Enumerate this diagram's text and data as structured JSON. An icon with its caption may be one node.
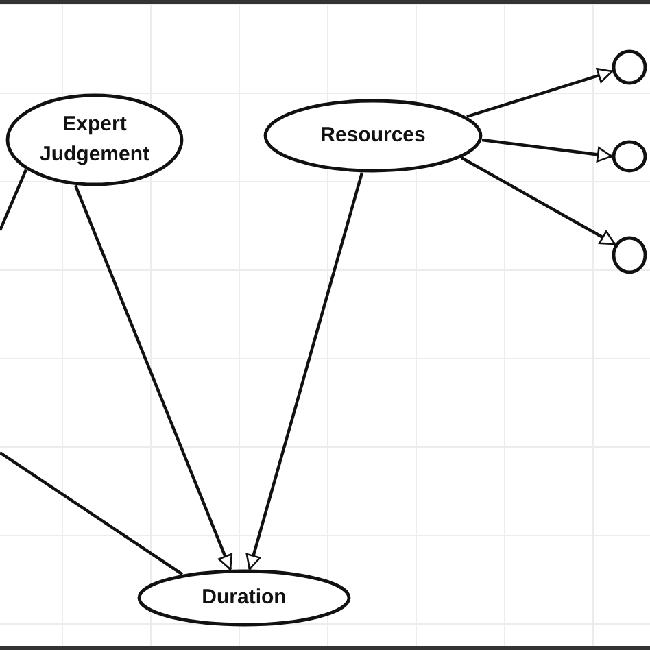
{
  "diagram": {
    "nodes": [
      {
        "text": [
          "Expert Judgement"
        ]
      },
      {
        "text": [
          "Resources"
        ]
      },
      {
        "text": [
          "Duration"
        ]
      },
      {
        "text": [],
        "shape": "ellipse"
      },
      {
        "text": [],
        "shape": "ellipse"
      },
      {
        "text": [],
        "shape": "ellipse"
      }
    ],
    "edges": [
      {
        "from": 0,
        "to": 2,
        "arrow": "to"
      },
      {
        "from": 1,
        "to": 2,
        "arrow": "to"
      },
      {
        "from": 1,
        "to": 3,
        "arrow": "to"
      },
      {
        "from": 1,
        "to": 4,
        "arrow": "to"
      },
      {
        "from": 1,
        "to": 5,
        "arrow": "to"
      },
      {
        "from": 0,
        "to": null,
        "arrow": "none"
      },
      {
        "from": null,
        "to": 2,
        "arrow": "none"
      }
    ]
  }
}
